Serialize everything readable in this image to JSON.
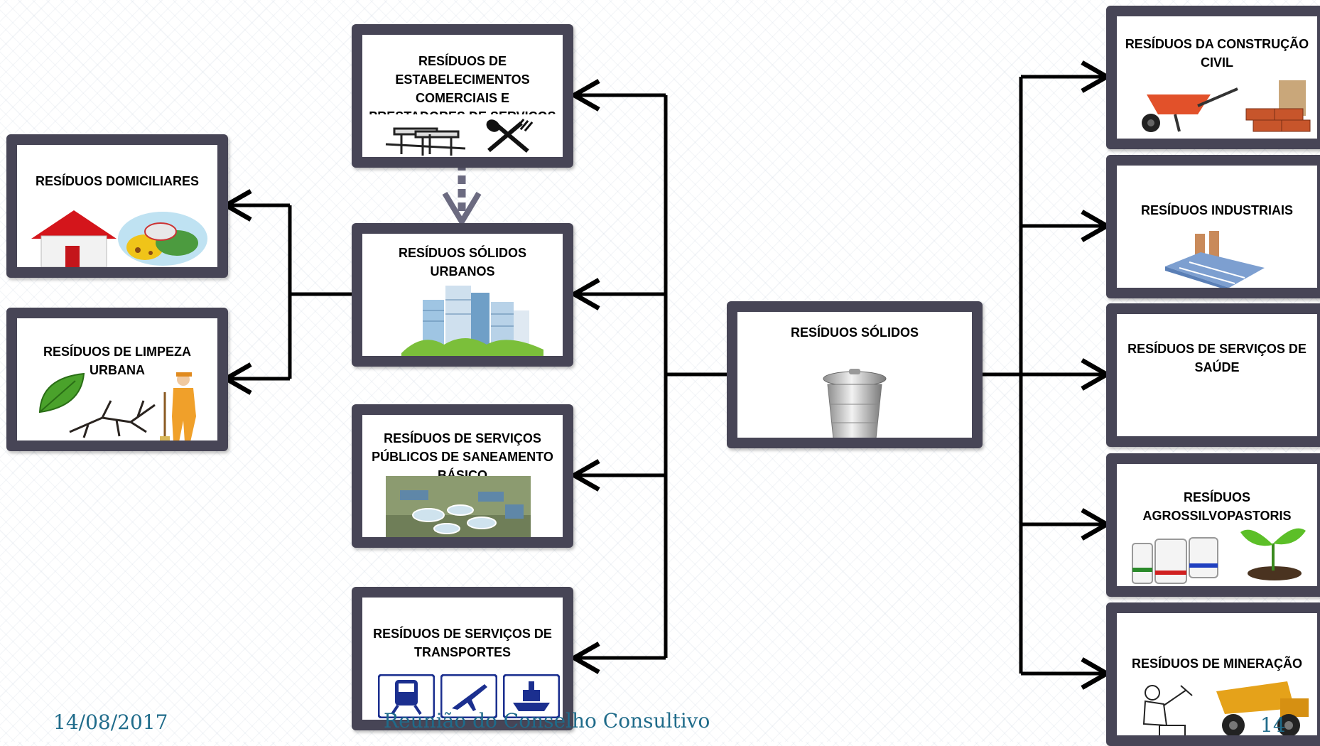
{
  "diagram": {
    "central": {
      "label": "RESÍDUOS SÓLIDOS"
    },
    "middle": {
      "comerciais": {
        "label": "RESÍDUOS DE ESTABELECIMENTOS COMERCIAIS E PRESTADORES DE SERVIÇOS"
      },
      "urbanos": {
        "label": "RESÍDUOS SÓLIDOS URBANOS"
      },
      "saneamento": {
        "label": "RESÍDUOS DE SERVIÇOS PÚBLICOS DE SANEAMENTO BÁSICO"
      },
      "transportes": {
        "label": "RESÍDUOS DE SERVIÇOS DE TRANSPORTES"
      }
    },
    "left": {
      "domiciliares": {
        "label": "RESÍDUOS DOMICILIARES"
      },
      "limpeza": {
        "label": "RESÍDUOS DE LIMPEZA URBANA"
      }
    },
    "right": {
      "construcao": {
        "label": "RESÍDUOS DA CONSTRUÇÃO CIVIL"
      },
      "industriais": {
        "label": "RESÍDUOS INDUSTRIAIS"
      },
      "saude": {
        "label": "RESÍDUOS DE SERVIÇOS DE SAÚDE"
      },
      "agro": {
        "label": "RESÍDUOS AGROSSILVOPASTORIS"
      },
      "mineracao": {
        "label": "RESÍDUOS DE MINERAÇÃO"
      }
    },
    "colors": {
      "box_border": "#474556",
      "connector": "#000000",
      "dashed_arrow": "#6b6a80",
      "footer_text": "#1f6b8a"
    }
  },
  "footer": {
    "date": "14/08/2017",
    "event": "Reunião do Conselho Consultivo",
    "page_number": "14"
  },
  "icons": [
    "house-icon",
    "garbage-pile-icon",
    "leaf-icon",
    "branches-icon",
    "street-sweeper-icon",
    "food-court-tables-icon",
    "fork-spoon-icon",
    "city-buildings-icon",
    "water-treatment-plant-icon",
    "train-icon",
    "airplane-icon",
    "ship-icon",
    "trash-can-icon",
    "wheelbarrow-icon",
    "bricks-cement-icon",
    "factory-icon",
    "chemical-containers-icon",
    "plant-sprout-icon",
    "miner-icon",
    "mining-truck-icon"
  ]
}
